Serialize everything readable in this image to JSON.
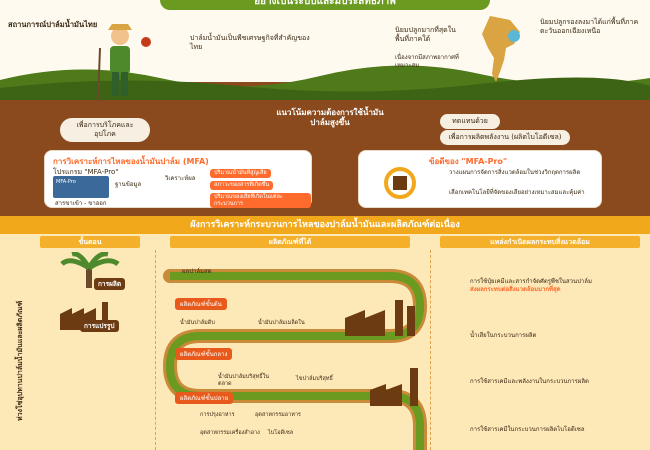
{
  "header": {
    "title": "อย่างเป็นระบบและมีประสิทธิภาพ"
  },
  "top": {
    "situation": "สถานการณ์ปาล์มน้ำมันไทย",
    "economic": "ปาล์มน้ำมันเป็นพืชเศรษฐกิจที่สำคัญของไทย",
    "south_pref": "นิยมปลูกมากที่สุดในพื้นที่ภาคใต้",
    "climate": "เนื่องจากมีสภาพอากาศที่เหมาะสม",
    "north_pref": "นิยมปลูกรองลงมาได้แก่พื้นที่ภาคตะวันออกเฉียงเหนือ",
    "demand": "แนวโน้มความต้องการใช้น้ำมันปาล์มสูงขึ้น",
    "consume": "เพื่อการบริโภคและอุปโภค",
    "replace": "ทดแทนด้วย",
    "energy": "เพื่อการผลิตพลังงาน (ผลิตไบโอดีเซล)"
  },
  "mfa": {
    "title": "การวิเคราะห์การไหลของน้ำมันปาล์ม (MFA)",
    "program": "โปรแกรม \"MFA-Pro\"",
    "screen": "MFA-Pro",
    "database": "ฐานข้อมูล",
    "imports": "สารขาเข้า - ขาออก",
    "method": "วิเคราะห์ผล",
    "tags": [
      "ปริมาณน้ำมันที่สูญเสีย",
      "สภาวะของสารที่เกิดขึ้น",
      "ปริมาณของเสียที่เกิดในแต่ละกระบวนการ"
    ]
  },
  "advantage": {
    "title": "ข้อดีของ \"MFA-Pro\"",
    "p1": "วางแผนการจัดการสิ่งแวดล้อมในช่วงวิกฤตการผลิต",
    "p2": "เลือกเทคโนโลยีที่จัดของเสียอย่างเหมาะสมและคุ้มค่า"
  },
  "flow": {
    "title": "ผังการวิเคราะห์กระบวนการไหลของปาล์มน้ำมันและผลิตภัณฑ์ต่อเนื่อง",
    "col_steps": "ขั้นตอน",
    "col_products": "ผลิตภัณฑ์ที่ได้",
    "col_env": "แหล่งกำเนิดผลกระทบสิ่งแวดล้อม",
    "vertical": "ห่วงโซ่อุปทานปาล์มน้ำมันและผลิตภัณฑ์",
    "stage_production": "การผลิต",
    "stage_process": "การแปรรูป",
    "fresh": "ผลปาล์มสด",
    "crude_plant": "ผลิตภัณฑ์ขั้นต้น",
    "crude_oil": "น้ำมันปาล์มดิบ",
    "kernel_oil": "น้ำมันปาล์มเมล็ดใน",
    "middle": "ผลิตภัณฑ์ขั้นกลาง",
    "refined": "น้ำมันปาล์มบริสุทธิ์ในตลาด",
    "stearin": "ไขปาล์มบริสุทธิ์",
    "final": "ผลิตภัณฑ์ขั้นปลาย",
    "cooking": "การปรุงอาหาร",
    "food_ind": "อุตสาหกรรมอาหาร",
    "consumer": "อุตสาหกรรมเครื่องสำอาง",
    "biodiesel": "ไบโอดีเซล",
    "env1": "การใช้ปุ๋ยเคมีและสารกำจัดศัตรูพืชในสวนปาล์ม",
    "env1b": "ส่งผลกระทบต่อสิ่งแวดล้อมมากที่สุด",
    "env2": "น้ำเสียในกระบวนการผลิต",
    "env3": "การใช้สารเคมีและพลังงานในกระบวนการผลิต",
    "env4": "การใช้สารเคมีในกระบวนการผลิตไบโอดีเซล"
  },
  "colors": {
    "green": "#6a9a1f",
    "brown": "#8a4a1d",
    "orange": "#ff6b2c",
    "yellow": "#f2c21b",
    "cream": "#fde9b8"
  }
}
